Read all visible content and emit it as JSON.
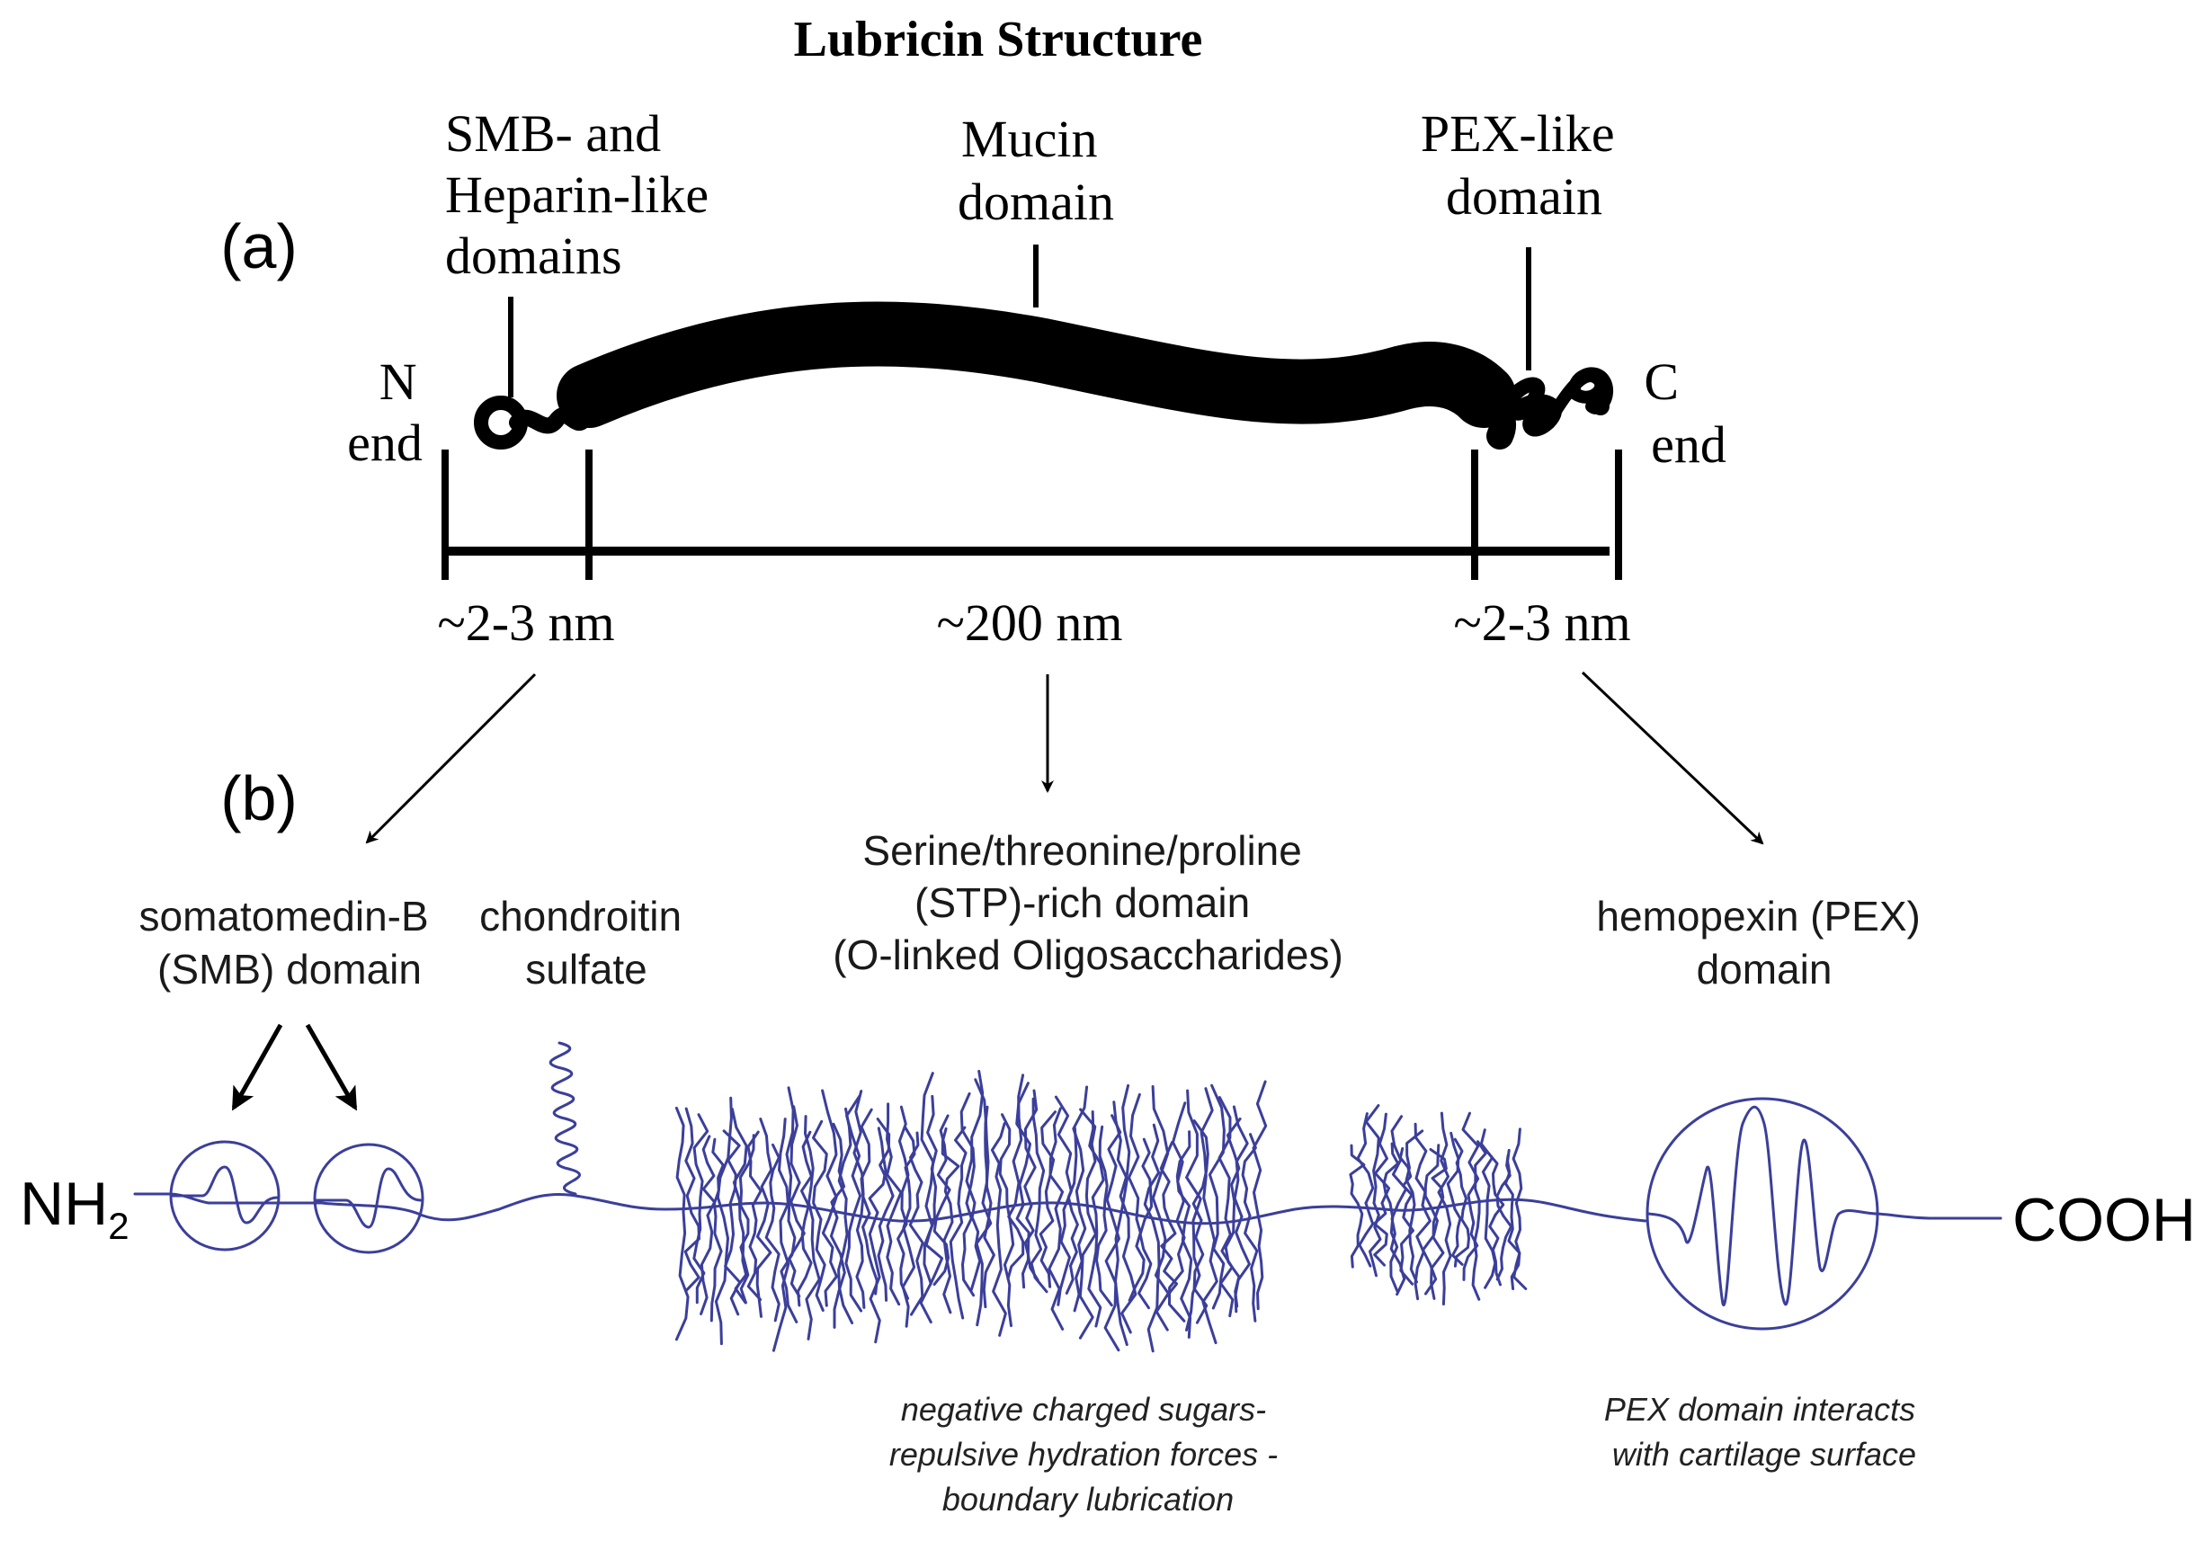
{
  "title": "Lubricin Structure",
  "panels": {
    "a": "(a)",
    "b": "(b)"
  },
  "panel_a": {
    "domain_labels": {
      "smb": [
        "SMB- and",
        "Heparin-like",
        "domains"
      ],
      "mucin": [
        "Mucin",
        "domain"
      ],
      "pex": [
        "PEX-like",
        "domain"
      ]
    },
    "ends": {
      "n": [
        "N",
        "end"
      ],
      "c": [
        "C",
        "end"
      ]
    },
    "lengths": {
      "left": "~2-3 nm",
      "middle": "~200 nm",
      "right": "~2-3 nm"
    }
  },
  "panel_b": {
    "labels": {
      "smb": [
        "somatomedin-B",
        "(SMB) domain"
      ],
      "chondroitin": [
        "chondroitin",
        "sulfate"
      ],
      "stp": [
        "Serine/threonine/proline",
        "(STP)-rich domain",
        "(O-linked Oligosaccharides)"
      ],
      "pex": [
        "hemopexin (PEX)",
        "domain"
      ]
    },
    "termini": {
      "nh2": "NH",
      "nh2_sub": "2",
      "cooh": "COOH"
    },
    "notes": {
      "stp": [
        "negative charged sugars-",
        "repulsive hydration forces -",
        "boundary lubrication"
      ],
      "pex": [
        "PEX domain interacts",
        "with cartilage surface"
      ]
    }
  },
  "colors": {
    "strand": "#3b3f9a",
    "ink": "#000000"
  }
}
